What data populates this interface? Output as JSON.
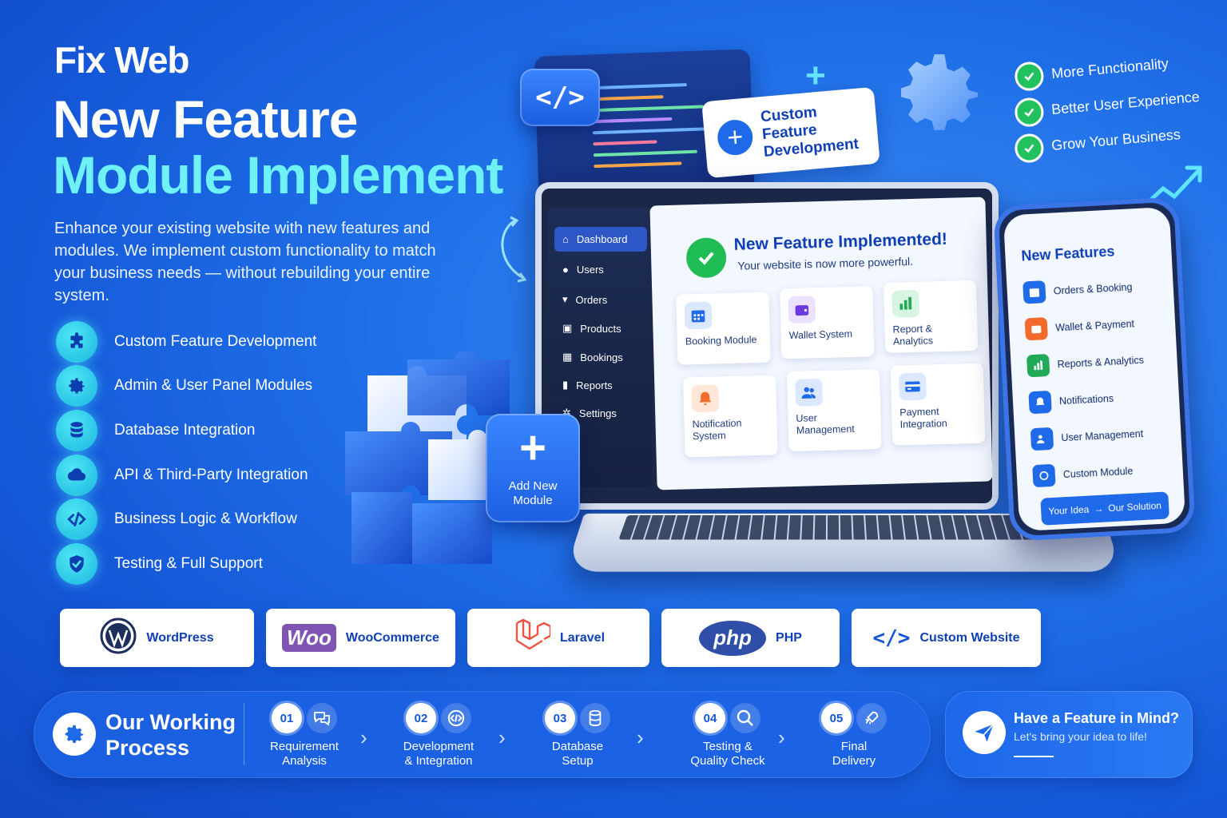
{
  "brand": {
    "logo": "Fix Web"
  },
  "hero": {
    "title_line1": "New Feature",
    "title_line2": "Module Implement",
    "description": "Enhance your existing website with new features and modules. We implement custom functionality to match your business needs — without rebuilding your entire system."
  },
  "features": [
    {
      "label": "Custom Feature Development",
      "icon": "puzzle-icon"
    },
    {
      "label": "Admin & User Panel Modules",
      "icon": "gear-icon"
    },
    {
      "label": "Database Integration",
      "icon": "database-icon"
    },
    {
      "label": "API & Third-Party Integration",
      "icon": "cloud-api-icon"
    },
    {
      "label": "Business Logic & Workflow",
      "icon": "code-icon"
    },
    {
      "label": "Testing & Full Support",
      "icon": "shield-check-icon"
    }
  ],
  "tech": [
    {
      "label": "WordPress",
      "icon": "wordpress-icon"
    },
    {
      "label": "WooCommerce",
      "icon": "woocommerce-icon",
      "badge": "Woo"
    },
    {
      "label": "Laravel",
      "icon": "laravel-icon"
    },
    {
      "label": "PHP",
      "icon": "php-icon",
      "badge": "php"
    },
    {
      "label": "Custom Website",
      "icon": "code-icon",
      "badge": "</>"
    }
  ],
  "process": {
    "title": "Our Working Process",
    "steps": [
      {
        "num": "01",
        "label_1": "Requirement",
        "label_2": "Analysis",
        "icon": "chat-icon"
      },
      {
        "num": "02",
        "label_1": "Development",
        "label_2": "& Integration",
        "icon": "code-icon"
      },
      {
        "num": "03",
        "label_1": "Database",
        "label_2": "Setup",
        "icon": "database-icon"
      },
      {
        "num": "04",
        "label_1": "Testing &",
        "label_2": "Quality Check",
        "icon": "search-icon"
      },
      {
        "num": "05",
        "label_1": "Final",
        "label_2": "Delivery",
        "icon": "rocket-icon"
      }
    ]
  },
  "cta": {
    "title": "Have a Feature in Mind?",
    "subtitle": "Let's bring your idea to life!"
  },
  "illustration": {
    "code_badge": "</>",
    "custom_feature_card": {
      "line1": "Custom Feature",
      "line2": "Development"
    },
    "benefits": [
      "More Functionality",
      "Better User Experience",
      "Grow Your Business"
    ],
    "add_module": {
      "line1": "Add New",
      "line2": "Module"
    },
    "laptop": {
      "sidebar": [
        "Dashboard",
        "Users",
        "Orders",
        "Products",
        "Bookings",
        "Reports",
        "Settings"
      ],
      "title": "New Feature Implemented!",
      "subtitle": "Your website is now more powerful.",
      "modules": [
        {
          "line1": "Booking Module",
          "line2": ""
        },
        {
          "line1": "Wallet System",
          "line2": ""
        },
        {
          "line1": "Report & Analytics",
          "line2": ""
        },
        {
          "line1": "Notification",
          "line2": "System"
        },
        {
          "line1": "User",
          "line2": "Management"
        },
        {
          "line1": "Payment",
          "line2": "Integration"
        }
      ]
    },
    "phone": {
      "title": "New Features",
      "items": [
        "Orders & Booking",
        "Wallet & Payment",
        "Reports & Analytics",
        "Notifications",
        "User Management",
        "Custom Module"
      ],
      "button_left": "Your Idea",
      "button_right": "Our Solution"
    }
  },
  "colors": {
    "accent_cyan": "#6ff2f7",
    "brand_blue": "#1456d6",
    "success_green": "#21c25e"
  }
}
